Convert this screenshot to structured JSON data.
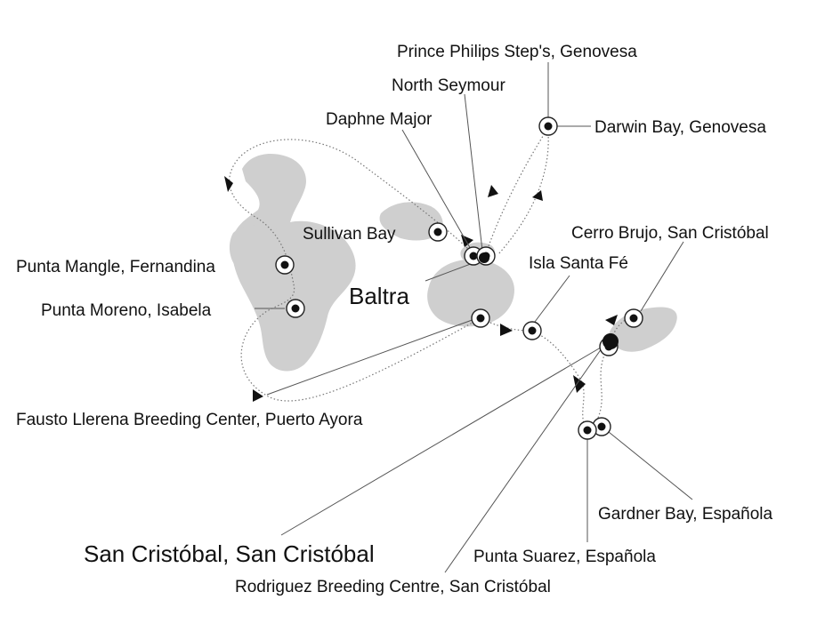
{
  "map": {
    "colors": {
      "land": "#cfcfcf",
      "route": "#777777",
      "marker": "#111111",
      "background": "#ffffff"
    },
    "ports": {
      "baltra": "Baltra",
      "san_cristobal": "San Cristóbal, San Cristóbal"
    },
    "stops": {
      "prince_philips": "Prince Philips Step's, Genovesa",
      "north_seymour": "North Seymour",
      "daphne_major": "Daphne Major",
      "darwin_bay": "Darwin Bay, Genovesa",
      "sullivan_bay": "Sullivan Bay",
      "cerro_brujo": "Cerro Brujo, San Cristóbal",
      "punta_mangle": "Punta Mangle, Fernandina",
      "isla_santa_fe": "Isla Santa Fé",
      "punta_moreno": "Punta Moreno, Isabela",
      "fausto_llerena": "Fausto Llerena Breeding Center, Puerto Ayora",
      "gardner_bay": "Gardner Bay, Española",
      "punta_suarez": "Punta Suarez, Española",
      "rodriguez": "Rodriguez Breeding Centre, San Cristóbal"
    },
    "icons": {
      "stop": "stop-marker-icon",
      "port": "port-marker-icon",
      "direction": "route-arrow-icon"
    }
  }
}
